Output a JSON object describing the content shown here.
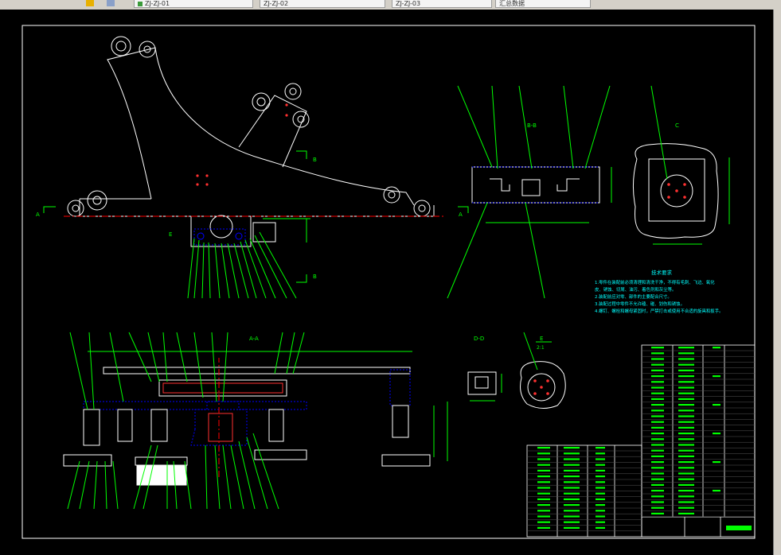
{
  "window": {
    "tabs": [
      {
        "label": "ZJ-ZJ-01"
      },
      {
        "label": "ZJ-ZJ-02"
      },
      {
        "label": "ZJ-ZJ-03"
      },
      {
        "label": "汇总数据"
      }
    ]
  },
  "drawing": {
    "section_labels": {
      "a_left": "A",
      "a_right": "A",
      "b_top": "B",
      "b_bottom": "B",
      "e_mark": "E",
      "bb_title": "B-B",
      "c_title": "C",
      "aa_title": "A-A",
      "dd_title": "D-D",
      "e_title": "E",
      "e_scale": "2:1"
    },
    "technical_requirements": {
      "title": "技术要求",
      "lines": [
        "1.零件在装配前必须清理和清洗干净，不得有毛刺、飞边、氧化",
        "皮、锈蚀、切屑、油污、着色剂和灰尘等。",
        "2.装配前应对零、部件的主要配合尺寸。",
        "3.装配过程中零件不允许磕、碰、划伤和锈蚀。",
        "4.螺钉、螺栓和螺母紧固时，严禁打击或使用不合适的旋具和扳手。"
      ]
    },
    "colors": {
      "background": "#000000",
      "outline": "#ffffff",
      "dimension": "#00ff00",
      "hidden": "#0000ff",
      "center": "#ff0000",
      "annotation": "#00ffff"
    }
  }
}
